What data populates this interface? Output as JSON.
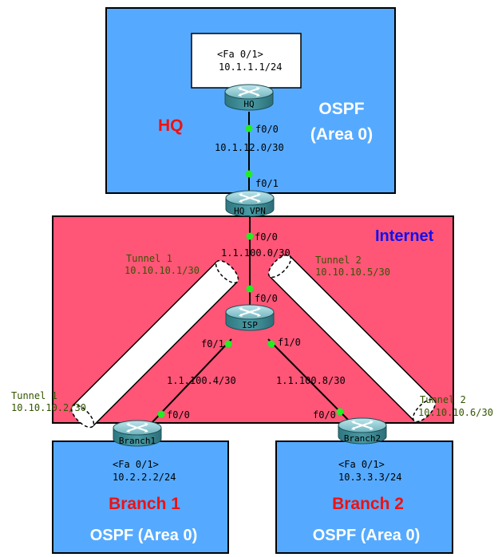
{
  "colors": {
    "area_blue": "#55aaff",
    "internet_pink": "#ff5577",
    "hq_red": "#ee1111",
    "branch_red": "#ee1111",
    "internet_blue": "#1111ee",
    "dot_green": "#22ee22",
    "tunnel_text": "#335500",
    "router_teal": "#3f8c95"
  },
  "areas": {
    "hq": {
      "title": "HQ",
      "ospf_line1": "OSPF",
      "ospf_line2": "(Area 0)"
    },
    "internet": {
      "title": "Internet"
    },
    "branch1": {
      "title": "Branch 1",
      "ospf": "OSPF (Area 0)"
    },
    "branch2": {
      "title": "Branch 2",
      "ospf": "OSPF (Area 0)"
    }
  },
  "hq_lan": {
    "iface": "<Fa 0/1>",
    "ip": "10.1.1.1/24"
  },
  "branch1_lan": {
    "iface": "<Fa 0/1>",
    "ip": "10.2.2.2/24"
  },
  "branch2_lan": {
    "iface": "<Fa 0/1>",
    "ip": "10.3.3.3/24"
  },
  "routers": {
    "hq": "HQ",
    "hq_vpn": "HQ_VPN",
    "isp": "ISP",
    "branch1": "Branch1",
    "branch2": "Branch2"
  },
  "links": {
    "hq_f00": "f0/0",
    "hq_net": "10.1.12.0/30",
    "hqvpn_f01": "f0/1",
    "hqvpn_f00": "f0/0",
    "isp_net": "1.1.100.0/30",
    "isp_f00": "f0/0",
    "isp_f01": "f0/1",
    "isp_f10": "f1/0",
    "br1_net": "1.1.100.4/30",
    "br2_net": "1.1.100.8/30",
    "br1_f00": "f0/0",
    "br2_f00": "f0/0"
  },
  "tunnels": {
    "t1_top_name": "Tunnel 1",
    "t1_top_ip": "10.10.10.1/30",
    "t2_top_name": "Tunnel 2",
    "t2_top_ip": "10.10.10.5/30",
    "t1_bottom_name": "Tunnel 1",
    "t1_bottom_ip": "10.10.10.2/30",
    "t2_bottom_name": "Tunnel 2",
    "t2_bottom_ip": "10.10.10.6/30"
  }
}
